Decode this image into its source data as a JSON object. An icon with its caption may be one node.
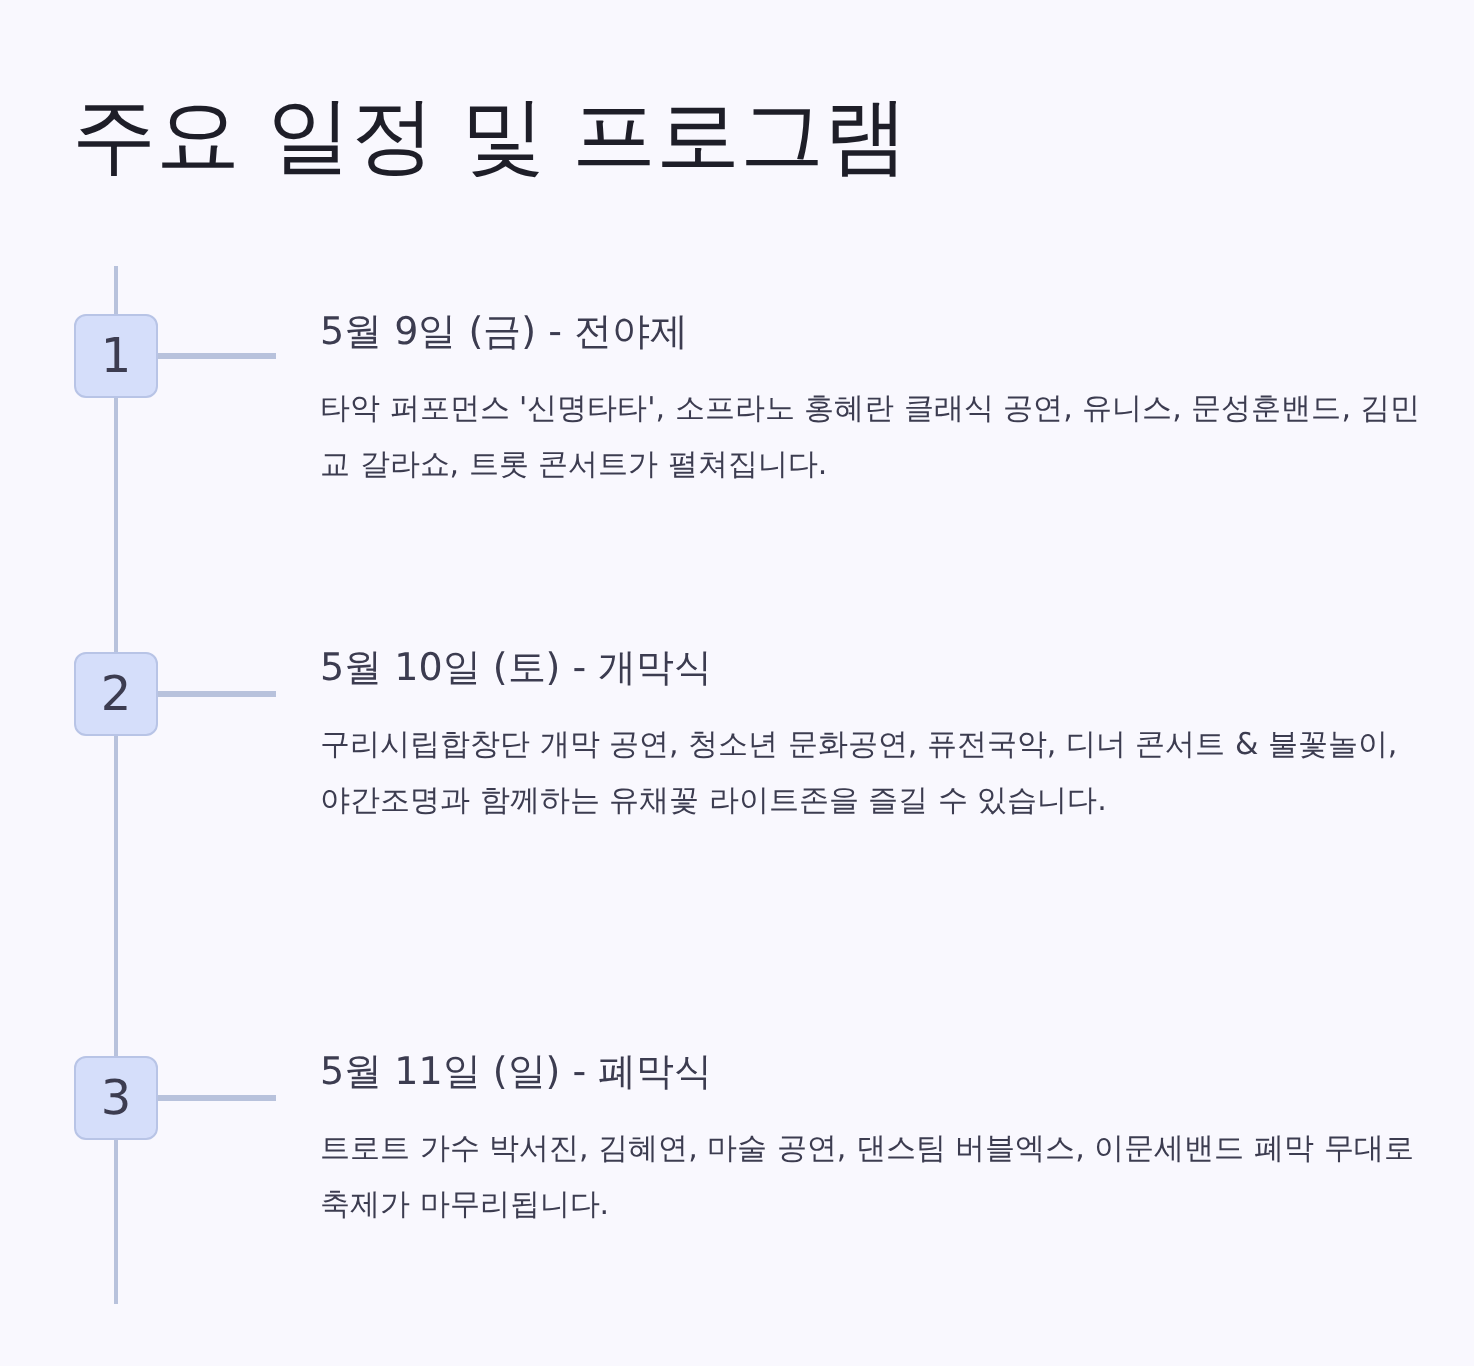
{
  "diagram": {
    "title": "주요 일정 및 프로그램",
    "nodes": [
      {
        "text": [
          "1"
        ]
      },
      {
        "text": [
          "5월 9일 (금) - 전야제",
          "타악 퍼포먼스 '신명타타', 소프라노 홍혜란 클래식 공연, 유니스, 문성훈밴드, 김민교 갈라쇼, 트롯 콘서트가 펼쳐집니다."
        ]
      },
      {
        "text": [
          "2"
        ]
      },
      {
        "text": [
          "5월 10일 (토) - 개막식",
          "구리시립합창단 개막 공연, 청소년 문화공연, 퓨전국악, 디너 콘서트 & 불꽃놀이, 야간조명과 함께하는 유채꽃 라이트존을 즐길 수 있습니다."
        ]
      },
      {
        "text": [
          "3"
        ]
      },
      {
        "text": [
          "5월 11일 (일) - 폐막식",
          "트로트 가수 박서진, 김혜연, 마술 공연, 댄스팀 버블엑스, 이문세밴드 폐막 무대로 축제가 마무리됩니다."
        ]
      }
    ],
    "edges": [
      {
        "from": 0,
        "to": 1,
        "arrow": "none"
      },
      {
        "from": 2,
        "to": 3,
        "arrow": "none"
      },
      {
        "from": 4,
        "to": 5,
        "arrow": "none"
      },
      {
        "from": 0,
        "to": 2,
        "arrow": "none"
      },
      {
        "from": 2,
        "to": 4,
        "arrow": "none"
      }
    ]
  }
}
